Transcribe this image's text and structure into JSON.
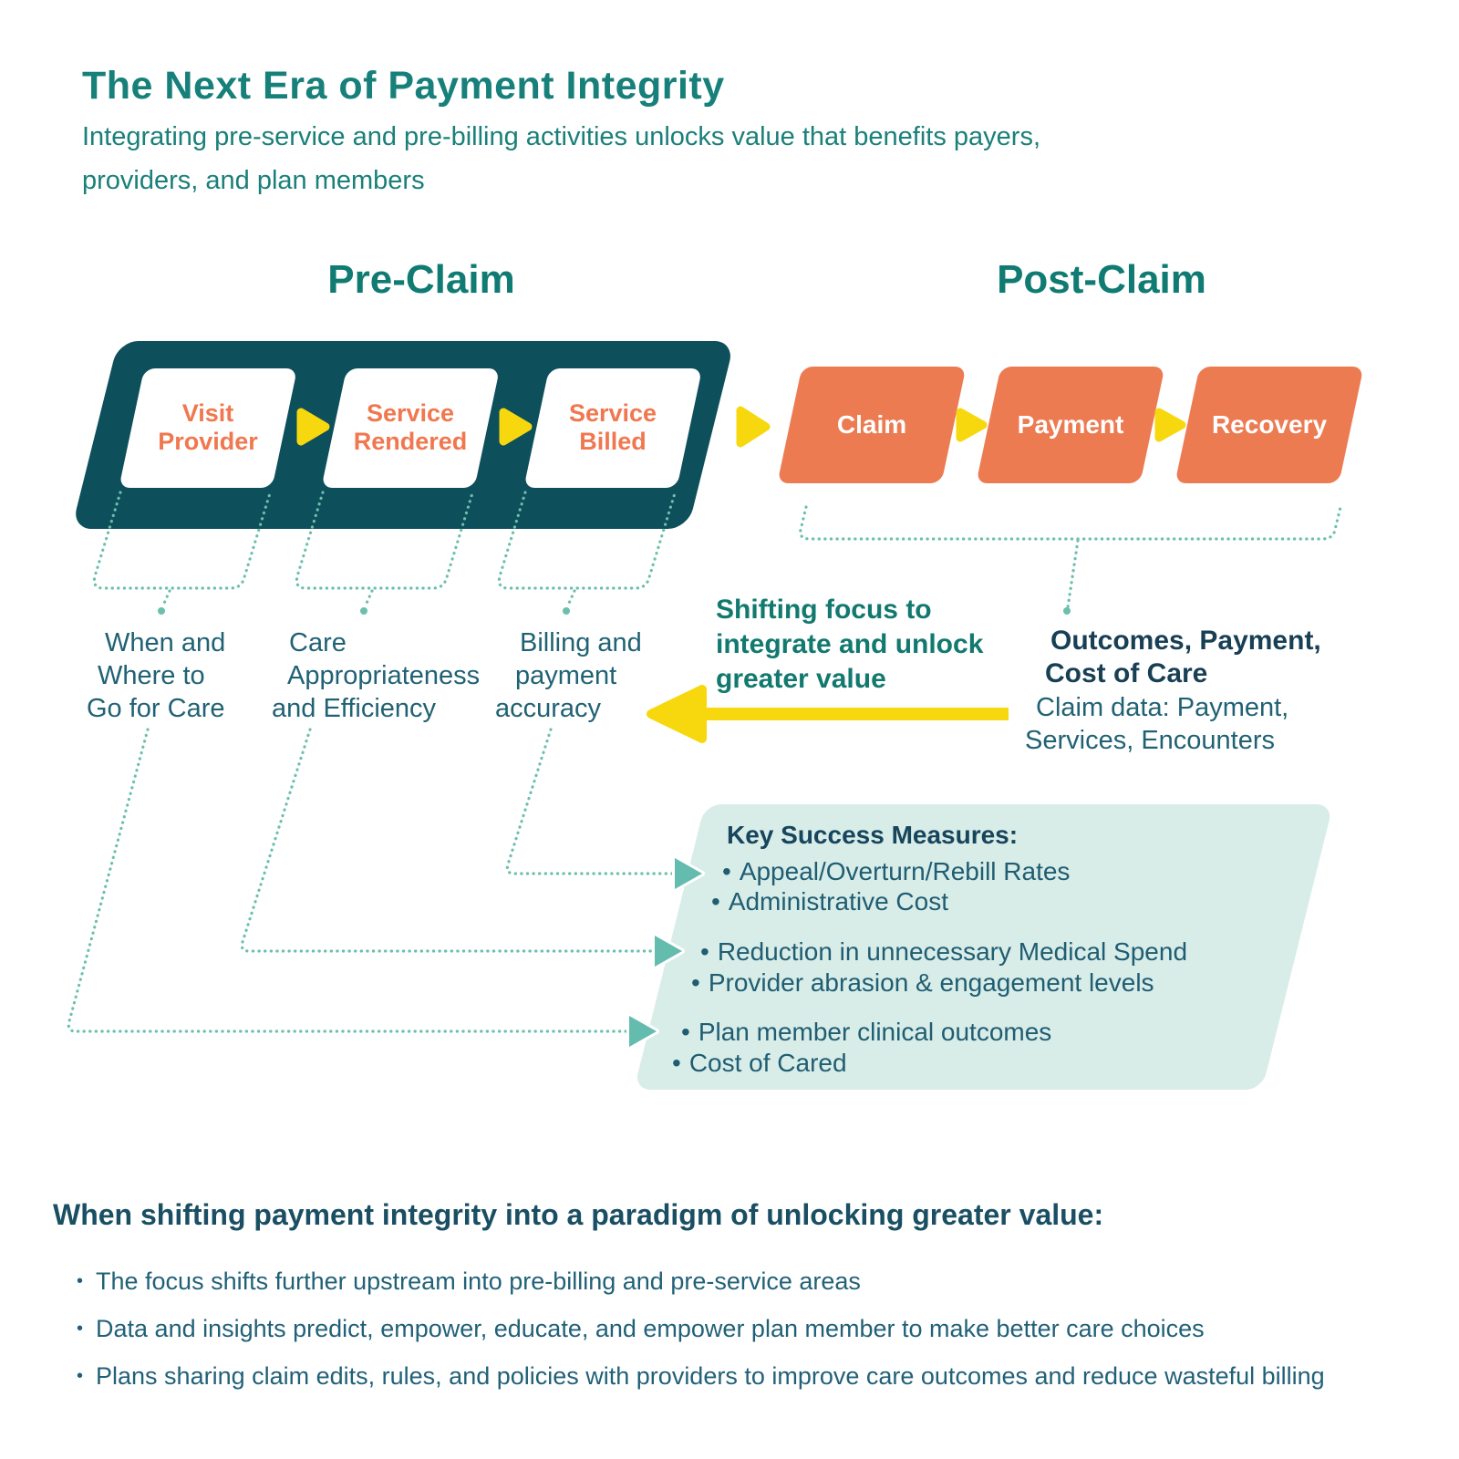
{
  "header": {
    "title": "The Next Era of Payment Integrity",
    "subtitle_lines": [
      "Integrating pre-service and pre-billing activities unlocks value that benefits payers,",
      "providers, and plan members"
    ]
  },
  "sections": {
    "pre_claim": "Pre-Claim",
    "post_claim": "Post-Claim"
  },
  "pre_steps": [
    {
      "lines": [
        "Visit",
        "Provider"
      ]
    },
    {
      "lines": [
        "Service",
        "Rendered"
      ]
    },
    {
      "lines": [
        "Service",
        "Billed"
      ]
    }
  ],
  "post_steps": [
    "Claim",
    "Payment",
    "Recovery"
  ],
  "pre_labels": [
    {
      "lines": [
        "When and",
        "Where to",
        "Go for Care"
      ]
    },
    {
      "lines": [
        "Care",
        "Appropriateness",
        "and Efficiency"
      ]
    },
    {
      "lines": [
        "Billing and",
        "payment",
        "accuracy"
      ]
    }
  ],
  "shift_note_lines": [
    "Shifting focus to",
    "integrate and unlock",
    "greater value"
  ],
  "outcomes": {
    "bold_lines": [
      "Outcomes, Payment,",
      "Cost of Care"
    ],
    "detail_lines": [
      "Claim data: Payment,",
      "Services, Encounters"
    ]
  },
  "key_success": {
    "title": "Key Success Measures:",
    "items": [
      "Appeal/Overturn/Rebill Rates",
      "Administrative Cost",
      "Reduction in unnecessary Medical Spend",
      "Provider abrasion & engagement levels",
      "Plan member clinical outcomes",
      "Cost of Cared"
    ]
  },
  "footer": {
    "heading": "When shifting payment integrity into a paradigm of unlocking greater value:",
    "bullets": [
      "The focus shifts further upstream into pre-billing and pre-service areas",
      "Data and insights predict, empower, educate, and empower plan member to make better care choices",
      "Plans sharing claim edits, rules, and policies with providers to improve care outcomes and reduce wasteful billing"
    ]
  },
  "chars": {
    "bullet": "•"
  },
  "colors": {
    "title_teal": "#17807A",
    "heading_teal": "#0F7B72",
    "dark_teal": "#0E4F5C",
    "orange": "#ED7B52",
    "orange_text": "#F0774E",
    "yellow": "#F7D80F",
    "mint_box": "#D8ECE8",
    "dotted_teal": "#6BBFAD",
    "arrow_teal": "#63BCAE",
    "slate_text": "#206274",
    "navy_text": "#17455C"
  }
}
